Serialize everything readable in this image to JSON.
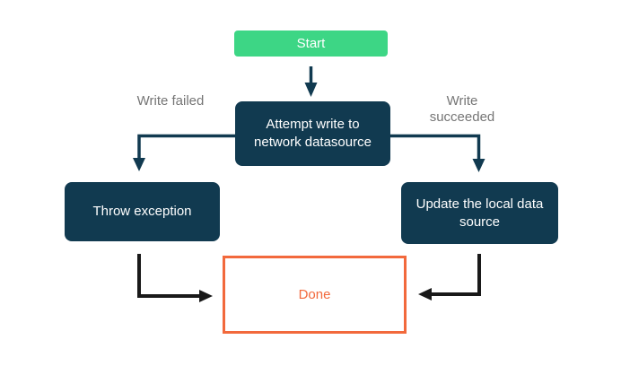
{
  "diagram": {
    "type": "flowchart",
    "nodes": {
      "start": {
        "id": "start",
        "label": "Start",
        "shape": "rounded-rect",
        "fill": "#3dd685",
        "text_color": "#ffffff"
      },
      "attempt": {
        "id": "attempt",
        "label": "Attempt write to network datasource",
        "shape": "rounded-rect",
        "fill": "#113a50",
        "text_color": "#ffffff"
      },
      "throw": {
        "id": "throw",
        "label": "Throw exception",
        "shape": "rounded-rect",
        "fill": "#113a50",
        "text_color": "#ffffff"
      },
      "update": {
        "id": "update",
        "label": "Update the local data source",
        "shape": "rounded-rect",
        "fill": "#113a50",
        "text_color": "#ffffff"
      },
      "done": {
        "id": "done",
        "label": "Done",
        "shape": "outlined-rect",
        "fill": "#ffffff",
        "border_color": "#f2693c",
        "text_color": "#f2693c"
      }
    },
    "edges": [
      {
        "from": "start",
        "to": "attempt",
        "label": ""
      },
      {
        "from": "attempt",
        "to": "throw",
        "label": "Write failed"
      },
      {
        "from": "attempt",
        "to": "update",
        "label": "Write succeeded"
      },
      {
        "from": "throw",
        "to": "done",
        "label": ""
      },
      {
        "from": "update",
        "to": "done",
        "label": ""
      }
    ],
    "colors": {
      "start_fill": "#3dd685",
      "start_text": "#ffffff",
      "process_fill": "#113a50",
      "process_text": "#ffffff",
      "done_border": "#f2693c",
      "done_text": "#f2693c",
      "edge_label": "#757575",
      "connector_primary": "#113a50",
      "connector_secondary": "#191919",
      "background": "#ffffff"
    }
  }
}
